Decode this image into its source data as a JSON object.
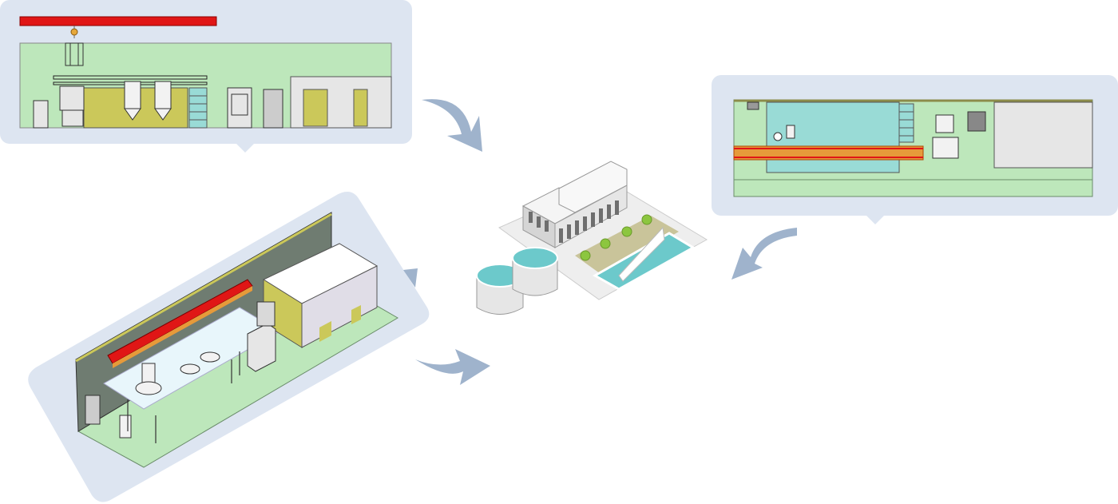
{
  "colors": {
    "panel": "#dde5f1",
    "arrow": "#9fb3cc",
    "floor_green": "#bde7bb",
    "wall_gray": "#6f7c71",
    "crane_red": "#e01616",
    "crane_orange": "#e69a3a",
    "olive": "#cbc85a",
    "teal": "#99dbd6",
    "building_gray": "#d9d9d9",
    "water": "#6cc9cb",
    "tree": "#8cc63f"
  },
  "panels": [
    {
      "id": "elevation-view",
      "kind": "front-elevation"
    },
    {
      "id": "isometric-view",
      "kind": "3d-isometric"
    },
    {
      "id": "plan-view",
      "kind": "top-plan"
    }
  ],
  "icons": [
    "curved-arrow-icon",
    "building-icon",
    "storage-tank-icon",
    "tree-icon",
    "pool-icon",
    "crane-icon"
  ]
}
